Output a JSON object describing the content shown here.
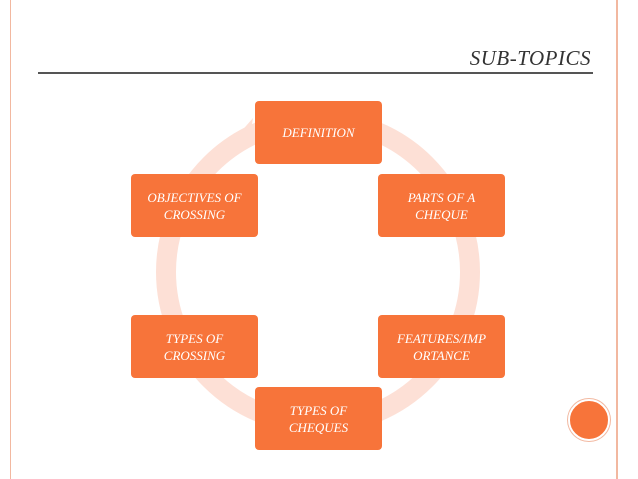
{
  "slide": {
    "title": "SUB-TOPICS",
    "accent_color": "#f7743a",
    "ring_color": "#fde0d6"
  },
  "diagram": {
    "type": "cycle",
    "nodes": [
      {
        "id": "definition",
        "label": "DEFINITION"
      },
      {
        "id": "parts",
        "label": "PARTS OF A\nCHEQUE"
      },
      {
        "id": "features",
        "label": "FEATURES/IMP\nORTANCE"
      },
      {
        "id": "types-cheques",
        "label": "TYPES OF\nCHEQUES"
      },
      {
        "id": "types-crossing",
        "label": "TYPES OF\nCROSSING"
      },
      {
        "id": "objectives",
        "label": "OBJECTIVES OF\nCROSSING"
      }
    ]
  }
}
